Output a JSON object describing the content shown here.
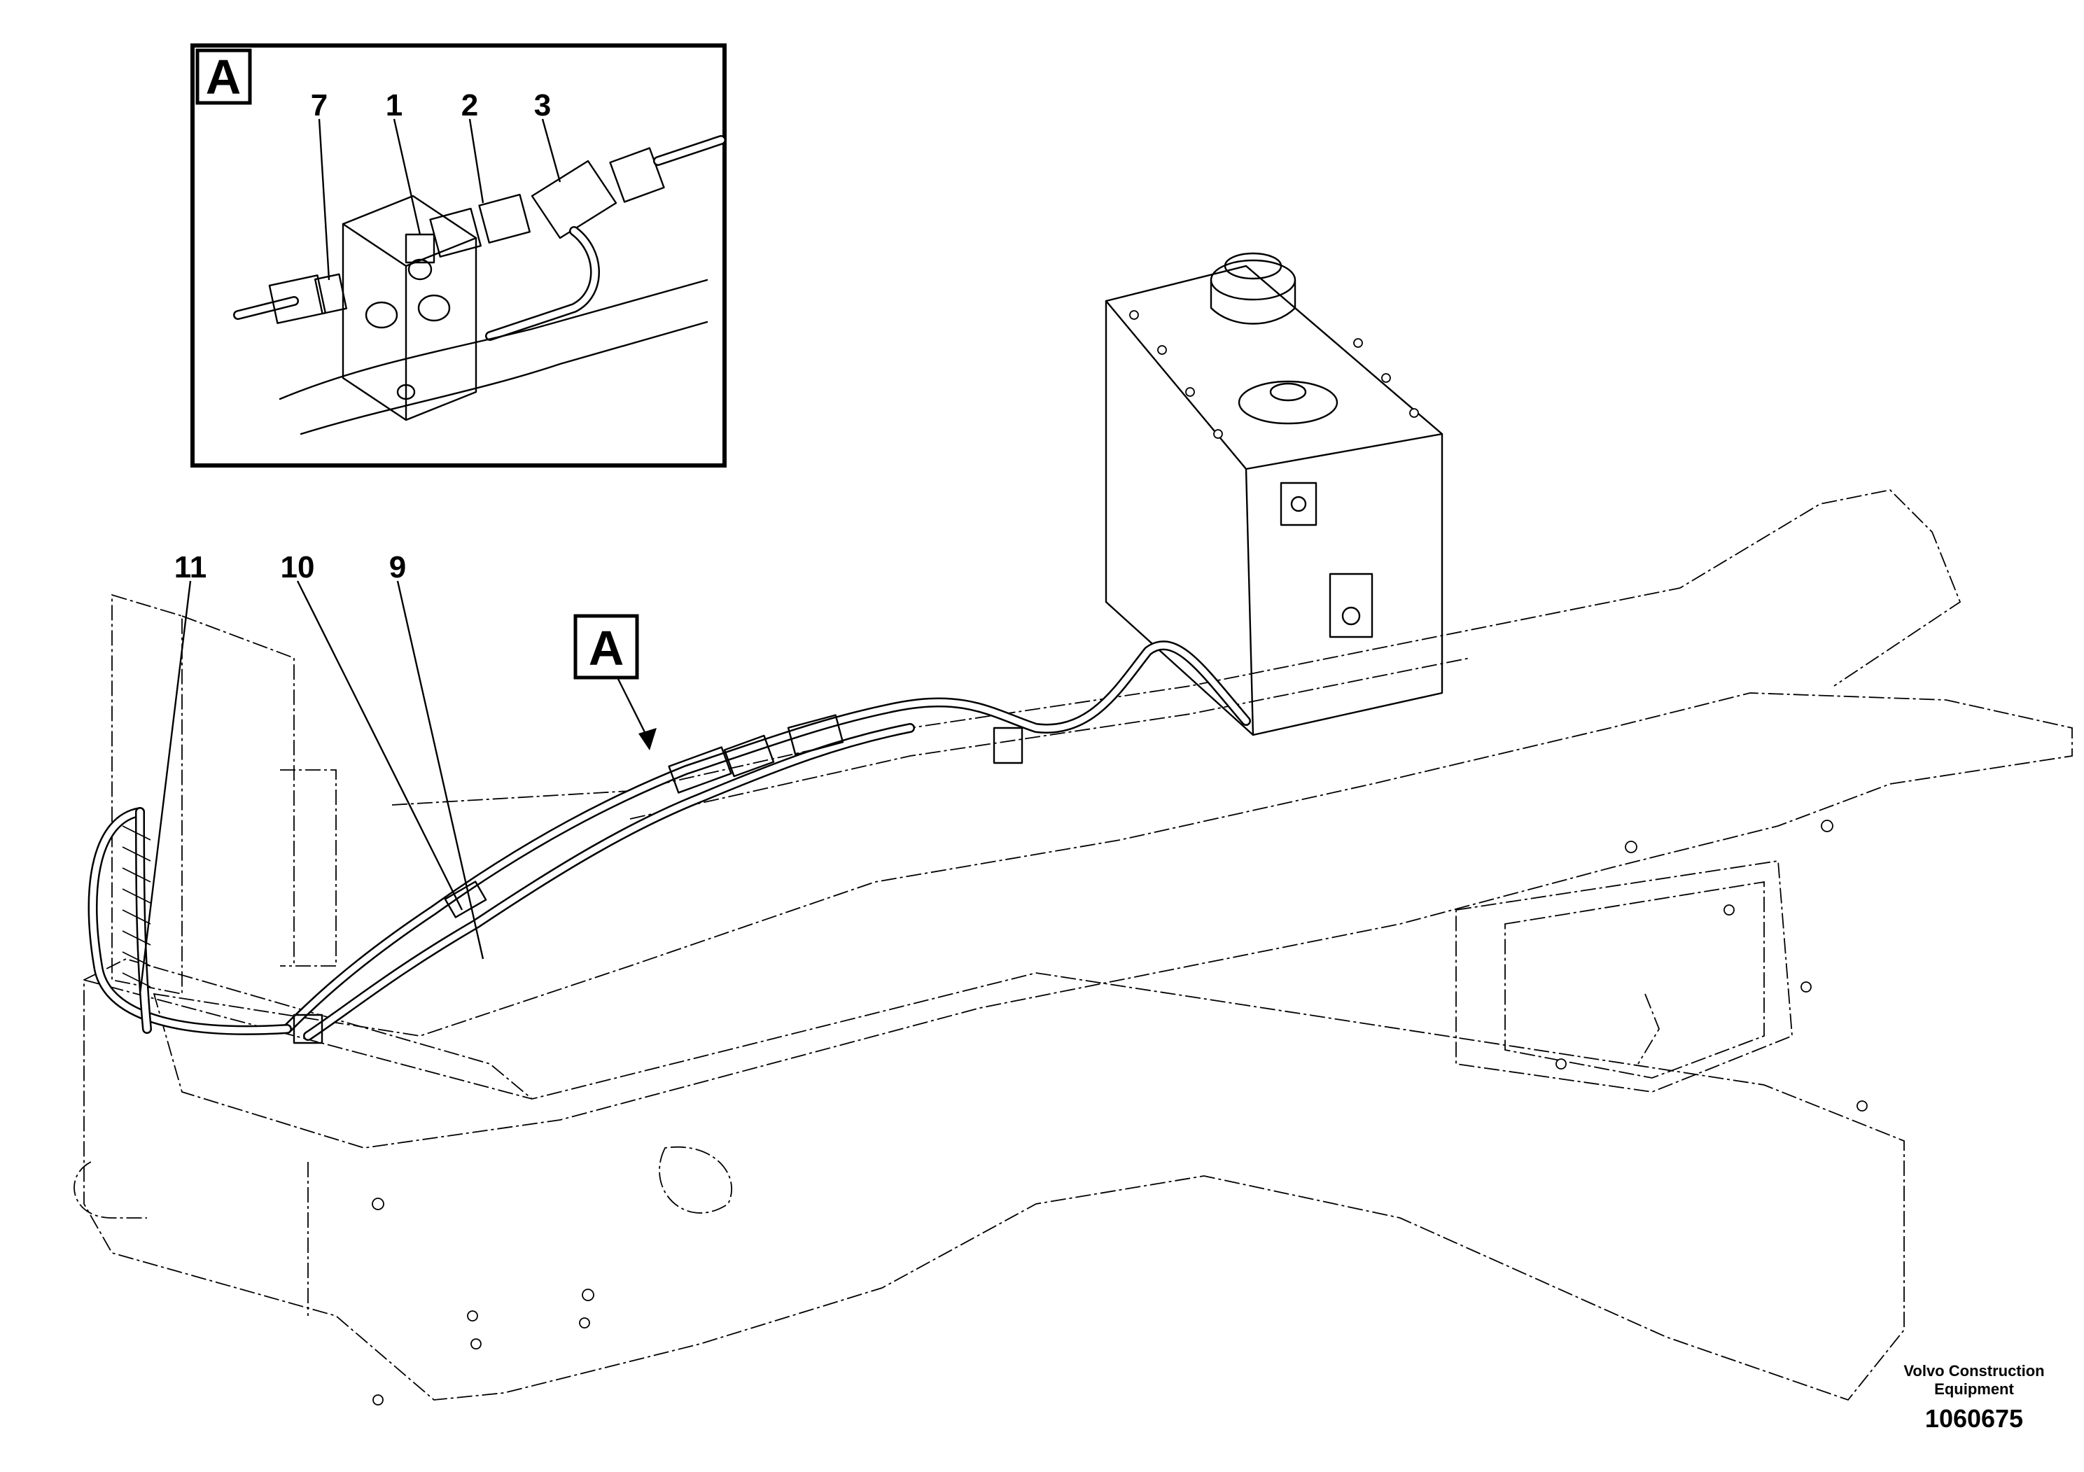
{
  "detail": {
    "tag": "A",
    "callouts": [
      {
        "label": "7"
      },
      {
        "label": "1"
      },
      {
        "label": "2"
      },
      {
        "label": "3"
      }
    ]
  },
  "main": {
    "view_tag": "A",
    "callouts": [
      {
        "label": "11"
      },
      {
        "label": "10"
      },
      {
        "label": "9"
      }
    ]
  },
  "footer": {
    "publisher_line1": "Volvo Construction",
    "publisher_line2": "Equipment",
    "drawing_number": "1060675"
  }
}
